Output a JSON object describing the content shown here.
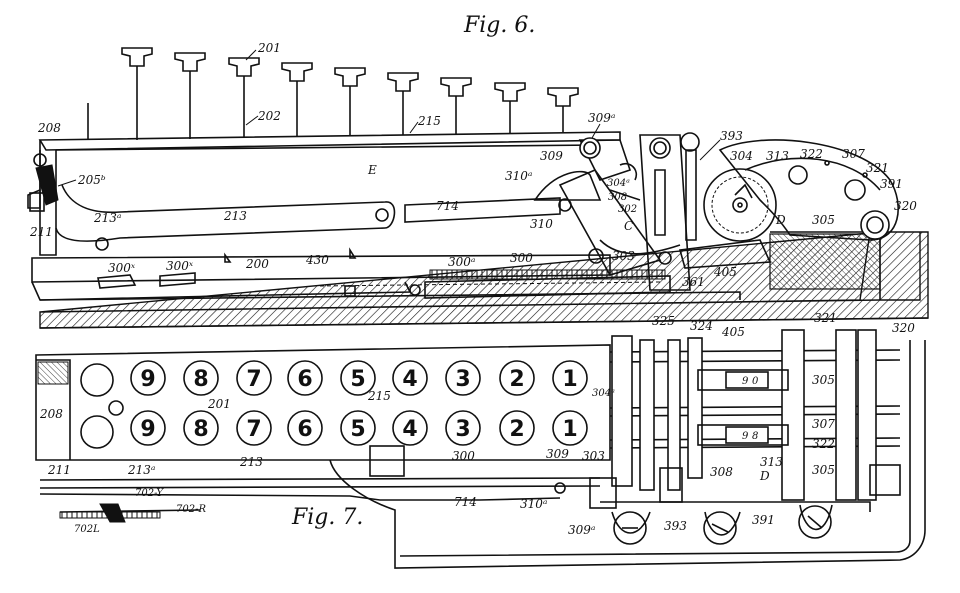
{
  "figures": {
    "fig6_title": "Fig. 6.",
    "fig7_title": "Fig. 7."
  },
  "fig6_labels": {
    "l201": "201",
    "l202": "202",
    "l208": "208",
    "l205b": "205ᵇ",
    "l211": "211",
    "l213a": "213ᵃ",
    "l213": "213",
    "l215": "215",
    "lE": "E",
    "l714": "714",
    "l309a": "309ᵃ",
    "l309": "309",
    "l310a": "310ᵃ",
    "l310": "310",
    "l393": "393",
    "l304": "304",
    "l313": "313",
    "l322": "322",
    "l307": "307",
    "l321": "321",
    "l391": "391",
    "l320": "320",
    "l305": "305",
    "lD": "D",
    "l304a": "304ᵃ",
    "l308": "308",
    "l302": "302",
    "lC": "C",
    "l303": "303",
    "l361": "361",
    "l405": "405",
    "l300x1": "300ˣ",
    "l300x2": "300ˣ",
    "l200": "200",
    "l430": "430",
    "l300a": "300ᵃ",
    "l300": "300"
  },
  "fig7_labels": {
    "l325": "325",
    "l324": "324",
    "l405": "405",
    "l321": "321",
    "l320": "320",
    "l304a": "304ᵃ",
    "l305a": "305",
    "l307": "307",
    "l208": "208",
    "l201": "201",
    "l215": "215",
    "l211": "211",
    "l213a": "213ᵃ",
    "l213": "213",
    "l300": "300",
    "l309": "309",
    "l303": "303",
    "l308": "308",
    "l313": "313",
    "lD": "D",
    "l322": "322",
    "l305b": "305",
    "l702y": "702-Y",
    "l702r": "702-R",
    "l702l": "702L",
    "l714": "714",
    "l310a": "310ᵃ",
    "l309a": "309ᵃ",
    "l393": "393",
    "l391": "391"
  },
  "keys_top_row": [
    "9",
    "8",
    "7",
    "6",
    "5",
    "4",
    "3",
    "2",
    "1"
  ],
  "keys_bottom_row": [
    "9",
    "8",
    "7",
    "6",
    "5",
    "4",
    "3",
    "2",
    "1"
  ],
  "wheel_digits": [
    "9",
    "0",
    "9",
    "8"
  ]
}
